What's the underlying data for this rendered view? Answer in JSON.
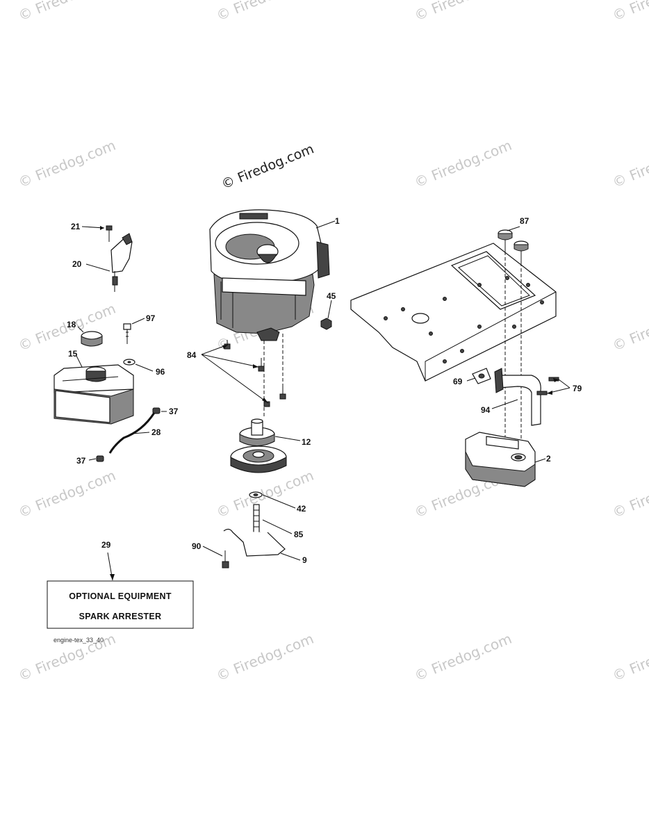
{
  "watermarks": {
    "text": "© Firedog.com",
    "main_text": "© Firedog.com"
  },
  "callouts": {
    "c1": "1",
    "c2": "2",
    "c9": "9",
    "c12": "12",
    "c15": "15",
    "c18": "18",
    "c20": "20",
    "c21": "21",
    "c28": "28",
    "c29": "29",
    "c37a": "37",
    "c37b": "37",
    "c42": "42",
    "c45": "45",
    "c69": "69",
    "c79": "79",
    "c84": "84",
    "c85": "85",
    "c87": "87",
    "c90": "90",
    "c94": "94",
    "c96": "96",
    "c97": "97"
  },
  "optional_box": {
    "line1": "OPTIONAL EQUIPMENT",
    "line2": "SPARK ARRESTER"
  },
  "drawing_ref": "engine-tex_33_40"
}
